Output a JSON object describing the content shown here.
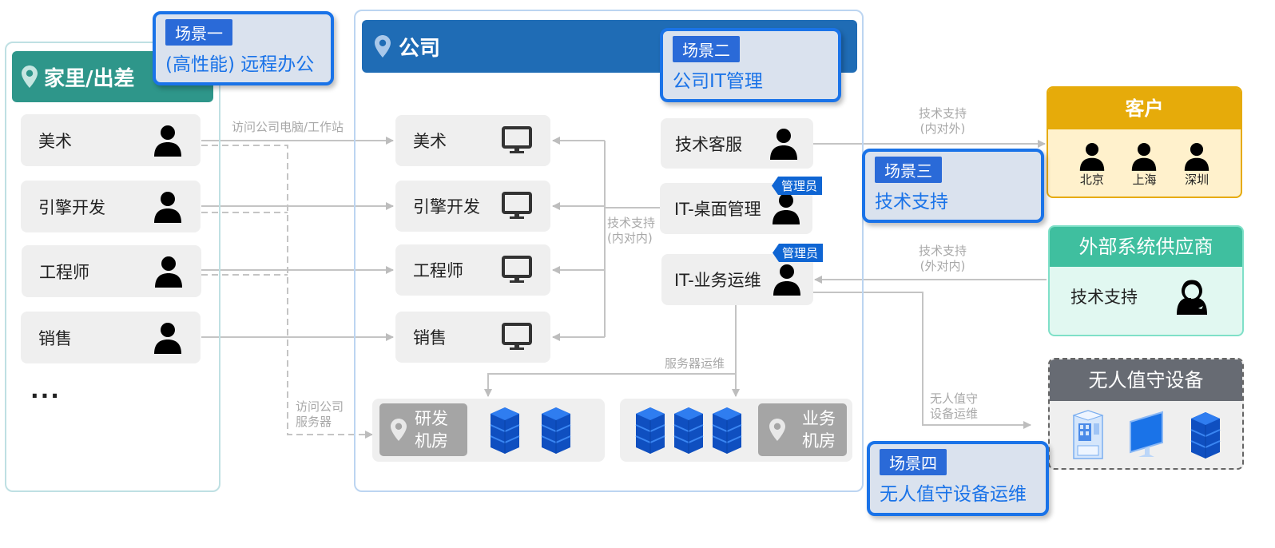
{
  "home": {
    "header": "家里/出差",
    "staff": [
      "美术",
      "引擎开发",
      "工程师",
      "销售"
    ],
    "more": "..."
  },
  "company": {
    "header": "公司",
    "workstations": [
      "美术",
      "引擎开发",
      "工程师",
      "销售"
    ],
    "it_staff": [
      {
        "label": "技术客服",
        "badge": ""
      },
      {
        "label": "IT-桌面管理",
        "badge": "管理员"
      },
      {
        "label": "IT-业务运维",
        "badge": "管理员"
      }
    ],
    "rooms": [
      {
        "label_line1": "研发",
        "label_line2": "机房",
        "servers": 2
      },
      {
        "label_line1": "业务",
        "label_line2": "机房",
        "servers": 3
      }
    ]
  },
  "scenes": [
    {
      "tag": "场景一",
      "title": "(高性能) 远程办公"
    },
    {
      "tag": "场景二",
      "title": "公司IT管理"
    },
    {
      "tag": "场景三",
      "title": "技术支持"
    },
    {
      "tag": "场景四",
      "title": "无人值守设备运维"
    }
  ],
  "edge_labels": {
    "remote_access": "访问公司电脑/工作站",
    "server_access_1": "访问公司",
    "server_access_2": "服务器",
    "internal_support_1": "技术支持",
    "internal_support_2": "(内对内)",
    "server_ops": "服务器运维",
    "outbound_support_1": "技术支持",
    "outbound_support_2": "(内对外)",
    "inbound_support_1": "技术支持",
    "inbound_support_2": "(外对内)",
    "unattended_ops_1": "无人值守",
    "unattended_ops_2": "设备运维"
  },
  "customer": {
    "header": "客户",
    "locations": [
      "北京",
      "上海",
      "深圳"
    ]
  },
  "vendor": {
    "header": "外部系统供应商",
    "label": "技术支持"
  },
  "unattended": {
    "header": "无人值守设备",
    "devices": [
      "vending-machine",
      "monitor",
      "server"
    ]
  },
  "colors": {
    "home_header": "#2e968a",
    "company_header": "#1f6cb5",
    "scene_border": "#1a73e8",
    "scene_tag": "#2a6ad8",
    "customer": "#e6ab0a",
    "vendor": "#3fbf9f",
    "unattended": "#676b73",
    "server_blue": "#1565d8"
  }
}
